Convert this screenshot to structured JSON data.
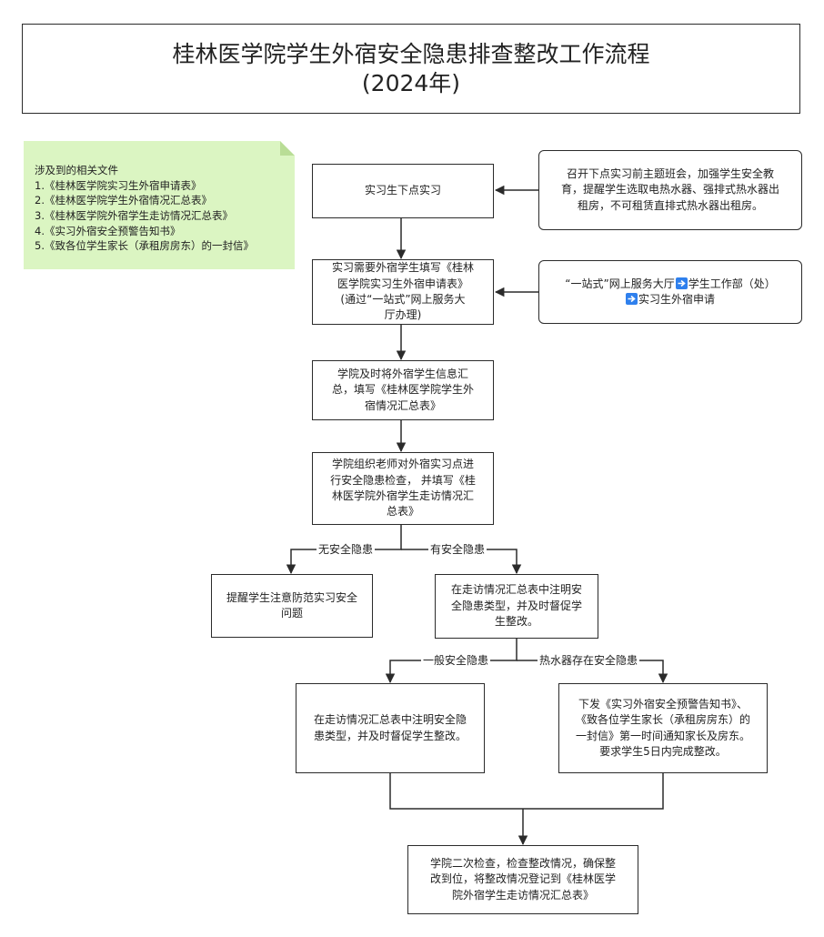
{
  "title": {
    "line1": "桂林医学院学生外宿安全隐患排查整改工作流程",
    "line2": "(2024年)"
  },
  "files_note": {
    "heading": "涉及到的相关文件",
    "items": [
      "1.《桂林医学院实习生外宿申请表》",
      "2.《桂林医学院学生外宿情况汇总表》",
      "3.《桂林医学院外宿学生走访情况汇总表》",
      "4.《实习外宿安全预警告知书》",
      "5.《致各位学生家长（承租房房东）的一封信》"
    ]
  },
  "nodes": {
    "intern_leave": [
      "实习生下点实习"
    ],
    "class_meeting": [
      "召开下点实习前主题班会，加强学生安全教",
      "育，提醒学生选取电热水器、强排式热水器出",
      "租房，不可租赁直排式热水器出租房。"
    ],
    "fill_application": [
      "实习需要外宿学生填写《桂林",
      "医学院实习生外宿申请表》",
      "(通过“一站式”网上服务大",
      "厅办理)"
    ],
    "one_stop": {
      "part1": "“一站式”网上服务大厅",
      "part2": "学生工作部（处）",
      "part3": "实习生外宿申请"
    },
    "summarize": [
      "学院及时将外宿学生信息汇",
      "总，填写《桂林医学院学生外",
      "宿情况汇总表》"
    ],
    "inspection": [
      "学院组织老师对外宿实习点进",
      "行安全隐患检查，  并填写《桂",
      "林医学院外宿学生走访情况汇",
      "总表》"
    ],
    "remind": [
      "提醒学生注意防范实习安全",
      "问题"
    ],
    "note_type": [
      "在走访情况汇总表中注明安",
      "全隐患类型，并及时督促学",
      "生整改。"
    ],
    "general_fix": [
      "在走访情况汇总表中注明安全隐",
      "患类型，并及时督促学生整改。"
    ],
    "warning": [
      "下发《实习外宿安全预警告知书》、",
      "《致各位学生家长（承租房房东）的",
      "一封信》第一时间通知家长及房东。",
      "要求学生5日内完成整改。"
    ],
    "recheck": [
      "学院二次检查，检查整改情况，确保整",
      "改到位，将整改情况登记到《桂林医学",
      "院外宿学生走访情况汇总表》"
    ]
  },
  "edge_labels": {
    "no_hazard": "无安全隐患",
    "has_hazard": "有安全隐患",
    "general_hazard": "一般安全隐患",
    "heater_hazard": "热水器存在安全隐患"
  },
  "colors": {
    "note_bg": "#dbf5c2",
    "arrow_icon": "#2f80ed",
    "line": "#2b2b2b"
  }
}
